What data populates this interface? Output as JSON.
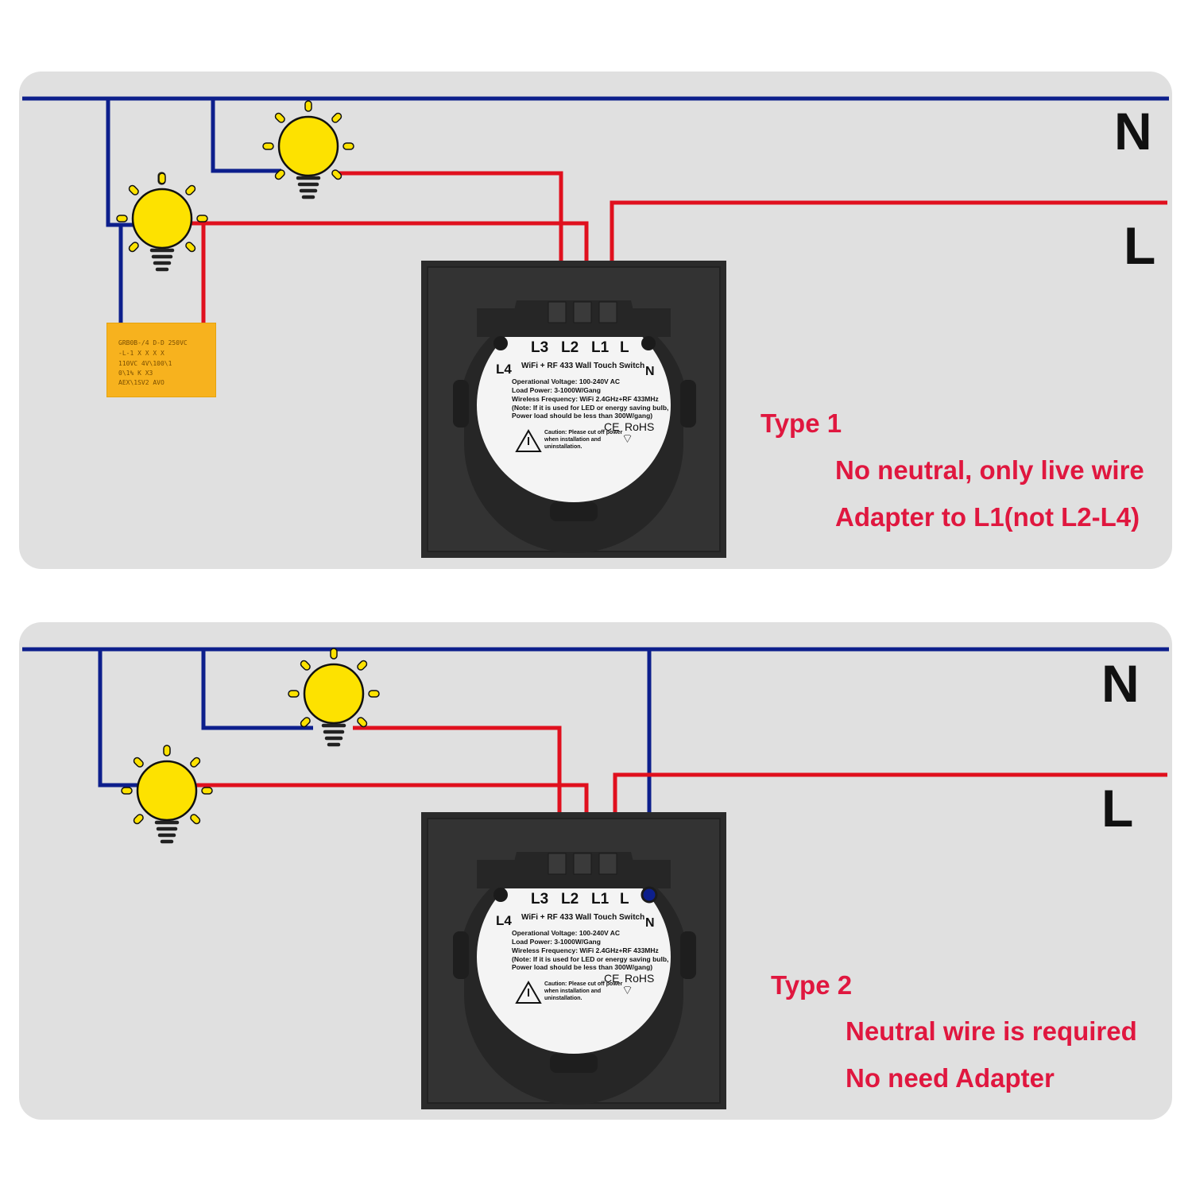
{
  "diagrams": [
    {
      "id": "type-1",
      "mains": {
        "neutral_label": "N",
        "live_label": "L"
      },
      "caption": {
        "title": "Type 1",
        "line1": "No neutral, only live wire",
        "line2": "Adapter to L1(not L2-L4)"
      },
      "switch": {
        "terminals": [
          "L3",
          "L2",
          "L1",
          "L"
        ],
        "side_left": "L4",
        "side_right": "N",
        "title": "WiFi + RF 433 Wall Touch Switch",
        "specs": [
          "Operational Voltage: 100-240V AC",
          "Load Power: 3-1000W/Gang",
          "Wireless Frequency: WiFi 2.4GHz+RF 433MHz",
          "(Note: If it is used for LED or energy saving bulb,",
          "Power load should be less than 300W/gang)"
        ],
        "caution": "Caution: Please cut off power when installation and uninstallation.",
        "cert_ce": "CE",
        "cert_rohs": "RoHS"
      },
      "adapter_text": [
        "GRB0B-/4 D-D 250VC",
        "-L-1 X X X X",
        "110VC 4V\\100\\1",
        "0\\1% K X3",
        "AEX\\1SV2 AVO"
      ]
    },
    {
      "id": "type-2",
      "mains": {
        "neutral_label": "N",
        "live_label": "L"
      },
      "caption": {
        "title": "Type 2",
        "line1": "Neutral wire is required",
        "line2": "No need Adapter"
      },
      "switch": {
        "terminals": [
          "L3",
          "L2",
          "L1",
          "L"
        ],
        "side_left": "L4",
        "side_right": "N",
        "title": "WiFi + RF 433 Wall Touch Switch",
        "specs": [
          "Operational Voltage: 100-240V AC",
          "Load Power: 3-1000W/Gang",
          "Wireless Frequency: WiFi 2.4GHz+RF 433MHz",
          "(Note: If it is used for LED or energy saving bulb,",
          "Power load should be less than 300W/gang)"
        ],
        "caution": "Caution: Please cut off power when installation and uninstallation.",
        "cert_ce": "CE",
        "cert_rohs": "RoHS"
      }
    }
  ],
  "colors": {
    "neutral_wire": "#0d1f8c",
    "live_wire": "#e0101e",
    "bulb": "#fde200",
    "caption": "#e0173f",
    "device": "#2b2b2b"
  }
}
